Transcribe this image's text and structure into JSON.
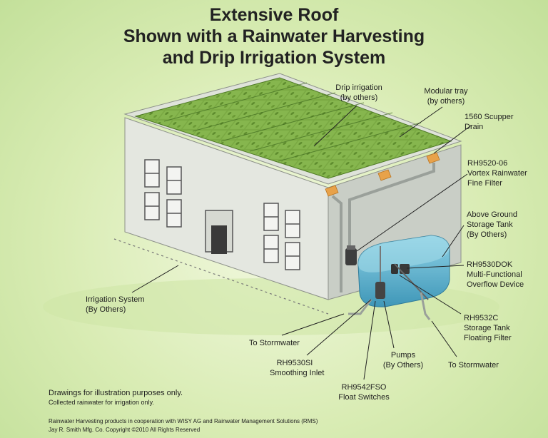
{
  "title": {
    "line1": "Extensive Roof",
    "line2": "Shown with a Rainwater Harvesting",
    "line3": "and Drip Irrigation System"
  },
  "labels": {
    "drip_irrigation": [
      "Drip irrigation",
      "(by others)"
    ],
    "modular_tray": [
      "Modular tray",
      "(by others)"
    ],
    "scupper_drain": [
      "1560 Scupper",
      "Drain"
    ],
    "fine_filter": [
      "RH9520-06",
      "Vortex Rainwater",
      "Fine Filter"
    ],
    "storage_tank": [
      "Above Ground",
      "Storage Tank",
      "(By Others)"
    ],
    "overflow_device": [
      "RH9530DOK",
      "Multi-Functional",
      "Overflow Device"
    ],
    "floating_filter": [
      "RH9532C",
      "Storage Tank",
      "Floating Filter"
    ],
    "irrigation_system": [
      "Irrigation System",
      "(By Others)"
    ],
    "to_stormwater_left": "To Stormwater",
    "smoothing_inlet": [
      "RH9530SI",
      "Smoothing Inlet"
    ],
    "pumps": [
      "Pumps",
      "(By Others)"
    ],
    "float_switches": [
      "RH9542FSO",
      "Float Switches"
    ],
    "to_stormwater_right": "To Stormwater"
  },
  "footer": {
    "note1": "Drawings for illustration purposes only.",
    "note2": "Collected rainwater for irrigation only.",
    "credit1": "Rainwater Harvesting products in cooperation with WISY AG and Rainwater Management Solutions (RMS)",
    "credit2": "Jay R. Smith Mfg. Co. Copyright ©2010 All Rights Reserved"
  },
  "colors": {
    "background": "#d9ecb4",
    "roof_green": "#6f9a3a",
    "wall_front": "#e6e9e2",
    "wall_side": "#cfd4cc",
    "tank_water": "#5fb6d2",
    "pipe": "#b9bdb8",
    "drain_accent": "#e8a24a"
  }
}
